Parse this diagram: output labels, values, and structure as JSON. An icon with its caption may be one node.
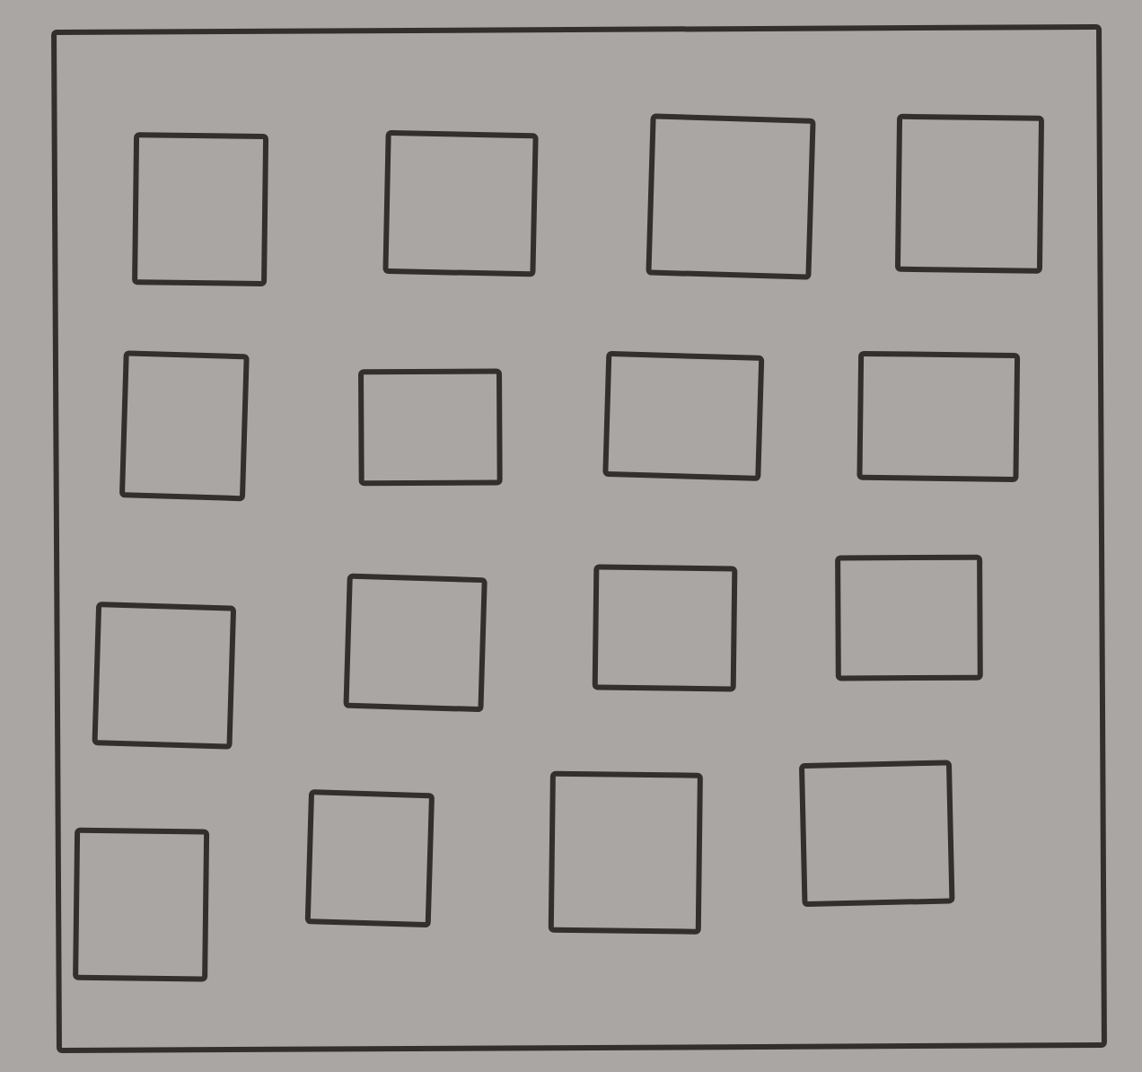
{
  "diagram": {
    "nodes": [
      {
        "text": [],
        "shape": "box"
      },
      {
        "text": [],
        "shape": "box",
        "in": 0
      },
      {
        "text": [],
        "shape": "box",
        "in": 0
      },
      {
        "text": [],
        "shape": "box",
        "in": 0
      },
      {
        "text": [],
        "shape": "box",
        "in": 0
      },
      {
        "text": [],
        "shape": "box",
        "in": 0
      },
      {
        "text": [],
        "shape": "box",
        "in": 0
      },
      {
        "text": [],
        "shape": "box",
        "in": 0
      },
      {
        "text": [],
        "shape": "box",
        "in": 0
      },
      {
        "text": [],
        "shape": "box",
        "in": 0
      },
      {
        "text": [],
        "shape": "box",
        "in": 0
      },
      {
        "text": [],
        "shape": "box",
        "in": 0
      },
      {
        "text": [],
        "shape": "box",
        "in": 0
      },
      {
        "text": [],
        "shape": "box",
        "in": 0
      },
      {
        "text": [],
        "shape": "box",
        "in": 0
      },
      {
        "text": [],
        "shape": "box",
        "in": 0
      },
      {
        "text": [],
        "shape": "box",
        "in": 0
      }
    ]
  }
}
